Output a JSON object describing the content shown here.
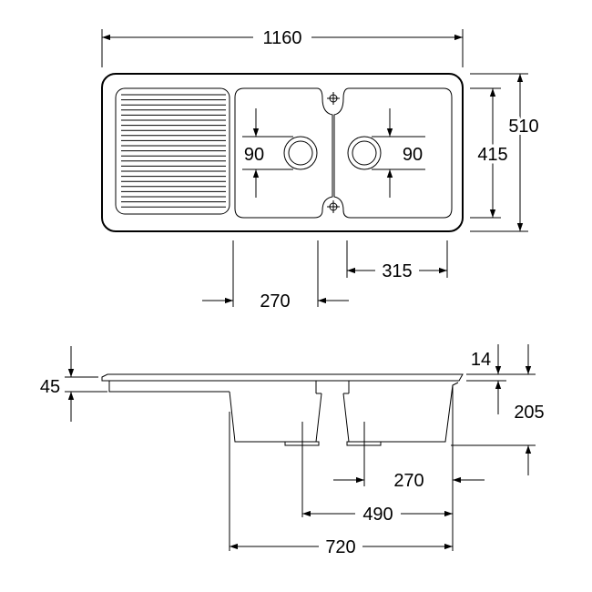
{
  "top_view": {
    "dimensions": {
      "overall_width": "1160",
      "overall_depth": "510",
      "bowl_depth": "415",
      "drain_left": "90",
      "drain_right": "90",
      "right_bowl_width": "315",
      "left_bowl_offset": "270"
    }
  },
  "side_view": {
    "dimensions": {
      "rim_height": "45",
      "rim_thickness": "14",
      "bowl_height": "205",
      "drain_spacing": "270",
      "drain_span": "490",
      "bowls_width": "720"
    }
  }
}
